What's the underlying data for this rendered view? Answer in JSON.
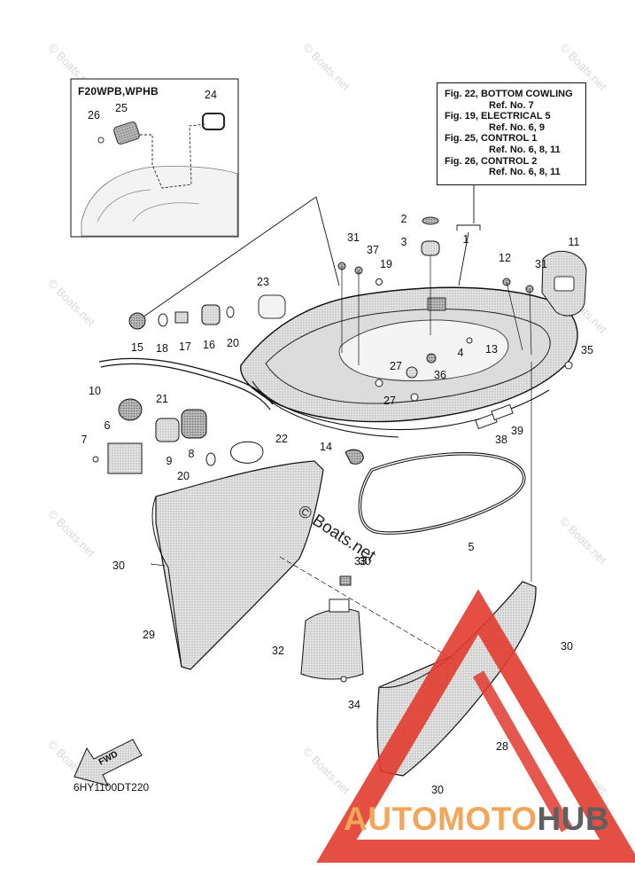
{
  "inset": {
    "title": "F20WPB,WPHB"
  },
  "reference_box": {
    "lines": [
      {
        "main": "Fig. 22, BOTTOM COWLING",
        "ref": "Ref. No. 7"
      },
      {
        "main": "Fig. 19, ELECTRICAL 5",
        "ref": "Ref. No. 6, 9"
      },
      {
        "main": "Fig. 25, CONTROL 1",
        "ref": "Ref. No. 6, 8, 11"
      },
      {
        "main": "Fig. 26, CONTROL 2",
        "ref": "Ref. No. 6, 8, 11"
      }
    ]
  },
  "watermark": {
    "center": "© Boats.net",
    "repeat": "© Boats.net"
  },
  "fwd_label": "FWD",
  "diagram_code": "6HY1100DT220",
  "brand": {
    "part1": "AUTO",
    "part2": "MOTO",
    "part3": "HUB",
    "accent": "#f2a65a",
    "dark": "#5f5f5f",
    "triangle": "#e23b2e"
  },
  "callouts": [
    "1",
    "2",
    "3",
    "4",
    "5",
    "6",
    "7",
    "8",
    "9",
    "10",
    "11",
    "12",
    "13",
    "14",
    "15",
    "16",
    "17",
    "18",
    "19",
    "20",
    "20",
    "21",
    "22",
    "23",
    "24",
    "25",
    "26",
    "27",
    "27",
    "28",
    "29",
    "30",
    "30",
    "30",
    "30",
    "31",
    "31",
    "32",
    "33",
    "34",
    "35",
    "36",
    "37",
    "38",
    "39"
  ]
}
